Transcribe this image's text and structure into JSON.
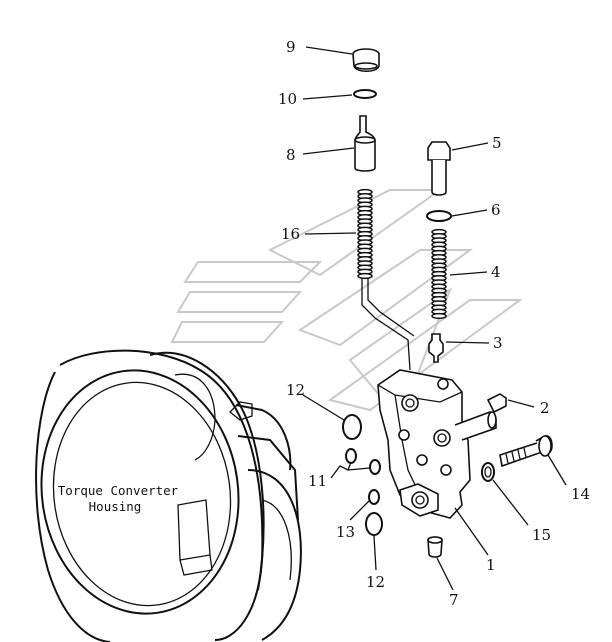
{
  "housing_label": {
    "line1": "Torque Converter",
    "line2": "Housing"
  },
  "callouts": {
    "c9": "9",
    "c10": "10",
    "c8": "8",
    "c16": "16",
    "c5": "5",
    "c6": "6",
    "c4": "4",
    "c3": "3",
    "c2": "2",
    "c12a": "12",
    "c11": "11",
    "c13": "13",
    "c12b": "12",
    "c14": "14",
    "c15": "15",
    "c1": "1",
    "c7": "7"
  },
  "colors": {
    "line": "#111111",
    "watermark": "#c9c9c9"
  }
}
